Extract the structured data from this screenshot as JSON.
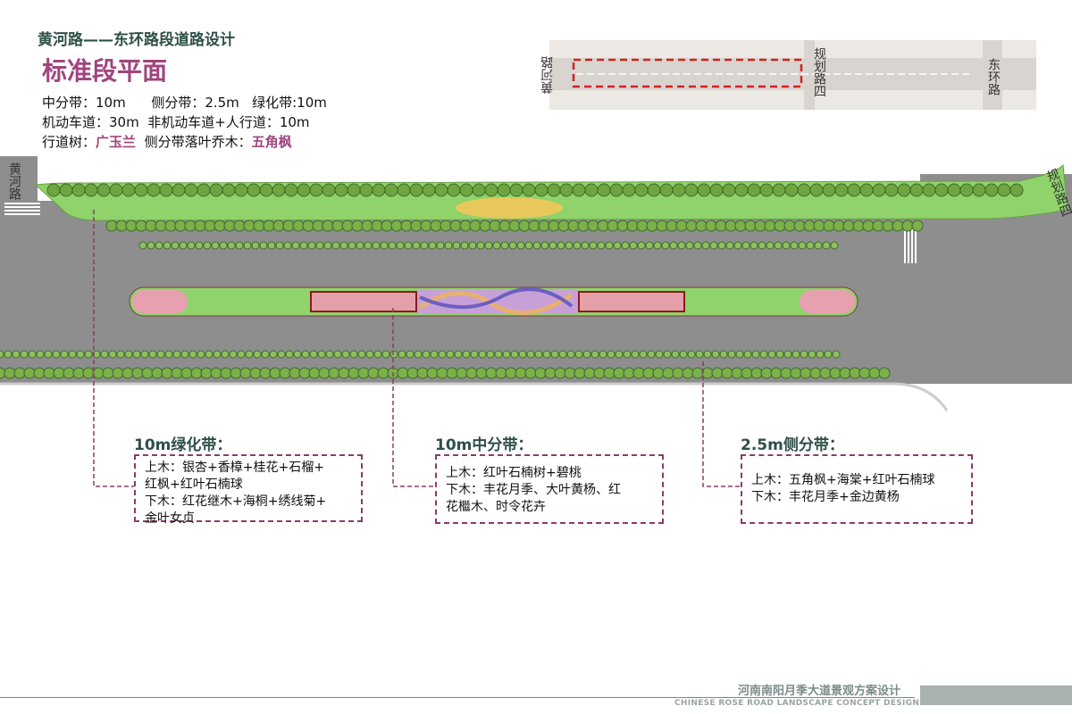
{
  "header": {
    "title": "黄河路——东环路段道路设计",
    "subtitle": "标准段平面"
  },
  "specs": {
    "line1": [
      "中分带：10m",
      "侧分带：2.5m",
      "绿化带:10m"
    ],
    "line2": [
      "机动车道：30m",
      "非机动车道+人行道：10m"
    ],
    "line3": {
      "label1": "行道树：",
      "value1": "广玉兰",
      "label2": "侧分带落叶乔木：",
      "value2": "五角枫"
    }
  },
  "keymap": {
    "road_left": "黄河路",
    "road_mid": "规划路四",
    "road_right": "东环路"
  },
  "plan": {
    "road_left": "黄河路",
    "road_right": "规划路四"
  },
  "callouts": [
    {
      "title": "10m绿化带：",
      "lines": [
        "上木：银杏+香樟+桂花+石榴+",
        "红枫+红叶石楠球",
        "下木：红花继木+海桐+绣线菊+",
        "金叶女贞"
      ]
    },
    {
      "title": "10m中分带：",
      "lines": [
        "上木：红叶石楠树+碧桃",
        "下木：丰花月季、大叶黄杨、红",
        "花檵木、时令花卉"
      ]
    },
    {
      "title": "2.5m侧分带：",
      "lines": [
        "上木：五角枫+海棠+红叶石楠球",
        "下木：丰花月季+金边黄杨"
      ]
    }
  ],
  "footer": {
    "cn": "河南南阳月季大道景观方案设计",
    "en": "CHINESE ROSE ROAD LANDSCAPE CONCEPT DESIGN"
  },
  "colors": {
    "accent": "#a0457f",
    "title": "#2f4f48",
    "road": "#8e8e8e",
    "green": "#8fd36a"
  }
}
